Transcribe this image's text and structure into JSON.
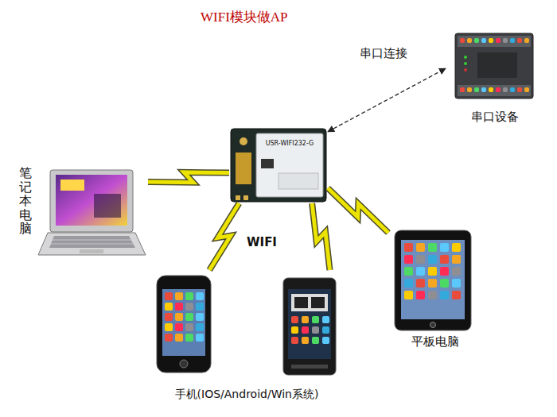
{
  "diagram": {
    "title": "WIFI模块做AP",
    "nodes": [
      {
        "text": [
          "USR-WIFI232-G"
        ]
      },
      {
        "text": [
          "笔记本电脑"
        ]
      },
      {
        "text": [
          "手机(IOS/Android/Win系统)"
        ]
      },
      {
        "text": [
          "平板电脑"
        ]
      },
      {
        "text": [
          "串口设备"
        ]
      }
    ],
    "edges": [
      {
        "from": 0,
        "to": 1,
        "arrow": "none"
      },
      {
        "from": 0,
        "to": 2,
        "label": "WIFI",
        "arrow": "none"
      },
      {
        "from": 0,
        "to": 3,
        "arrow": "none"
      },
      {
        "from": 0,
        "to": 4,
        "label": "串口连接",
        "arrow": "both"
      }
    ]
  }
}
